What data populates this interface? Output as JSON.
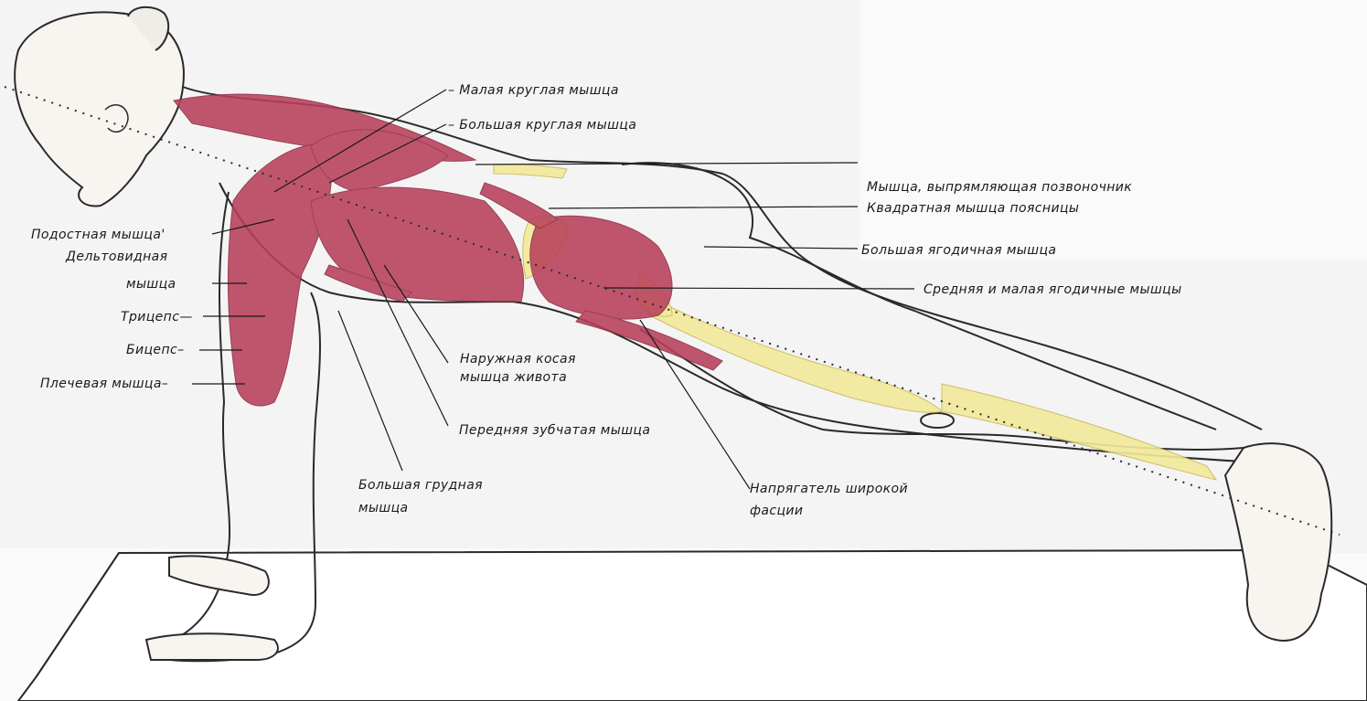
{
  "labels": {
    "teres_minor": "– Малая круглая мышца",
    "teres_major": "– Большая круглая мышца",
    "erector_spinae": "Мышца,   выпрямляющая позвоночник",
    "quadratus_lumborum": "Квадратная мышца поясницы",
    "gluteus_maximus": "Большая ягодичная мышца",
    "gluteus_med_min": "Средняя и малая ягодичные мышцы",
    "infraspinatus": "Подостная  мышца'",
    "deltoid_l1": "Дельтовидная",
    "deltoid_l2": "мышца",
    "triceps": "Трицепс—",
    "biceps": "Бицепс–",
    "brachialis": "Плечевая  мышца–",
    "external_oblique_l1": "Наружная косая",
    "external_oblique_l2": "мышца живота",
    "serratus_anterior": "Передняя зубчатая мышца",
    "pectoralis_major_l1": "Большая грудная",
    "pectoralis_major_l2": "мышца",
    "tensor_fasciae_latae_l1": "Напрягатель широкой",
    "tensor_fasciae_latae_l2": "фасции"
  },
  "colors": {
    "muscle": "#b8405a",
    "muscle_light": "#d9889a",
    "tendon": "#f2ea9a",
    "outline": "#2a2a2a",
    "mat": "#ffffff"
  }
}
